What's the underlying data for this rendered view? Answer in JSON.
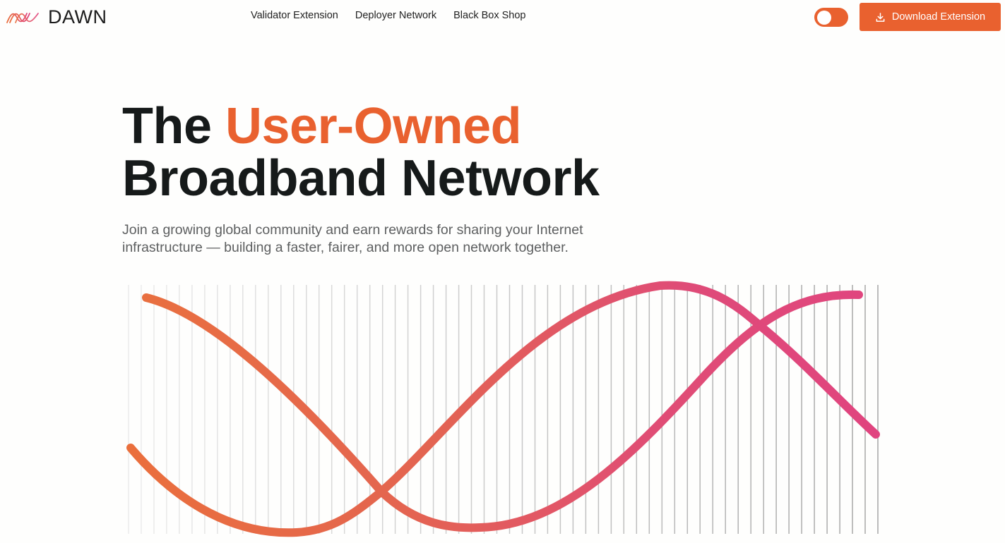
{
  "brand": {
    "name": "DAWN",
    "logo_icon": "dawn-wave-logo-icon",
    "accent_color": "#e9612f",
    "pink_color": "#e0457f"
  },
  "nav": {
    "links": [
      {
        "label": "Validator Extension"
      },
      {
        "label": "Deployer Network"
      },
      {
        "label": "Black Box Shop"
      }
    ]
  },
  "header_actions": {
    "theme_toggle": {
      "state": "on",
      "icon": "toggle-icon"
    },
    "download_button": {
      "label": "Download Extension",
      "icon": "download-icon"
    }
  },
  "hero": {
    "title_prefix": "The ",
    "title_accent": "User-Owned",
    "title_line2": "Broadband Network",
    "subtitle": "Join a growing global community and earn rewards for sharing your Internet infrastructure — building a faster, fairer, and more open network together."
  },
  "illustration": {
    "description": "Two intertwined sine-wave tubes over vertical grid lines, gradient from orange to pink",
    "gradient": [
      "#e9703f",
      "#e0457f"
    ],
    "grid_line_count": 60
  }
}
